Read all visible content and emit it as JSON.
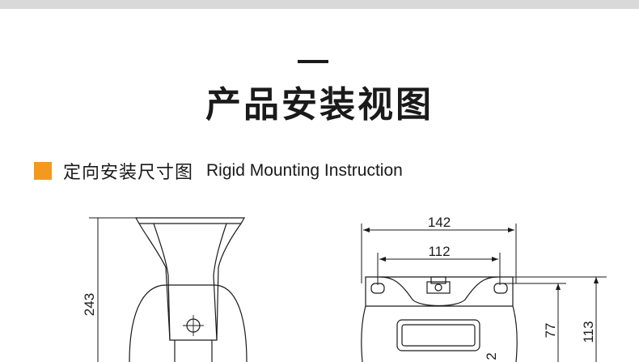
{
  "page": {
    "title": "产品安装视图",
    "section_cn": "定向安装尺寸图",
    "section_en": "Rigid Mounting Instruction"
  },
  "dimensions": {
    "height": "243",
    "plate_width": "142",
    "hole_spacing": "112",
    "hole_offset": "77",
    "plate_depth": "113",
    "partial": "2"
  },
  "colors": {
    "accent": "#f39a1e",
    "line": "#1a1a1a",
    "band": "#d9d9d9"
  }
}
